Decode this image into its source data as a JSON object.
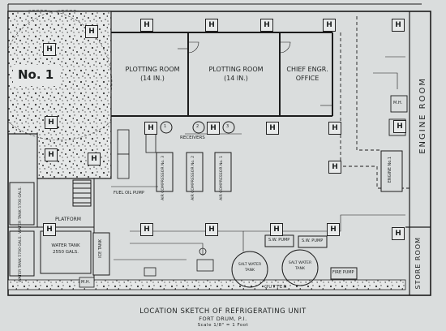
{
  "area_label": "No. 1",
  "rooms": {
    "plotting_room_1": "PLOTTING ROOM",
    "plotting_room_1_sub": "(14 IN.)",
    "plotting_room_2": "PLOTTING ROOM",
    "plotting_room_2_sub": "(14 IN.)",
    "chief_engr_office_1": "CHIEF ENGR.",
    "chief_engr_office_2": "OFFICE",
    "engine_room": "ENGINE ROOM",
    "store_room": "STORE ROOM",
    "platform": "PLATFORM"
  },
  "equipment": {
    "receivers": "RECEIVERS",
    "receiver_numbers": [
      "1",
      "2",
      "3"
    ],
    "air_compressor_3": "AIR COMPRESSOR No. 3",
    "air_compressor_2": "AIR COMPRESSOR No. 2",
    "air_compressor_1": "AIR COMPRESSOR No. 1",
    "fuel_oil_pump": "FUEL OIL PUMP",
    "ice_tank": "ICE TANK",
    "water_tank_1": "WATER TANK 5700 GALS.",
    "water_tank_2": "WATER TANK 5700 GALS.",
    "water_tank_3a": "WATER TANK",
    "water_tank_3b": "2550 GALS.",
    "sw_pump_1": "S.W. PUMP",
    "sw_pump_2": "S.W. PUMP",
    "salt_water_tank_1a": "SALT WATER",
    "salt_water_tank_1b": "TANK",
    "salt_water_tank_2a": "SALT WATER",
    "salt_water_tank_2b": "TANK",
    "fire_pump": "FIRE PUMP",
    "engine_1": "ENGINE No.1",
    "mh_1": "M.H.",
    "mh_2": "M.H.",
    "gutter": "GUTTER",
    "column_mark": "H"
  },
  "title": {
    "line1": "LOCATION SKETCH OF REFRIGERATING UNIT",
    "line2": "FORT DRUM, P.I.",
    "line3": "Scale 1/8\" = 1 Foot"
  }
}
